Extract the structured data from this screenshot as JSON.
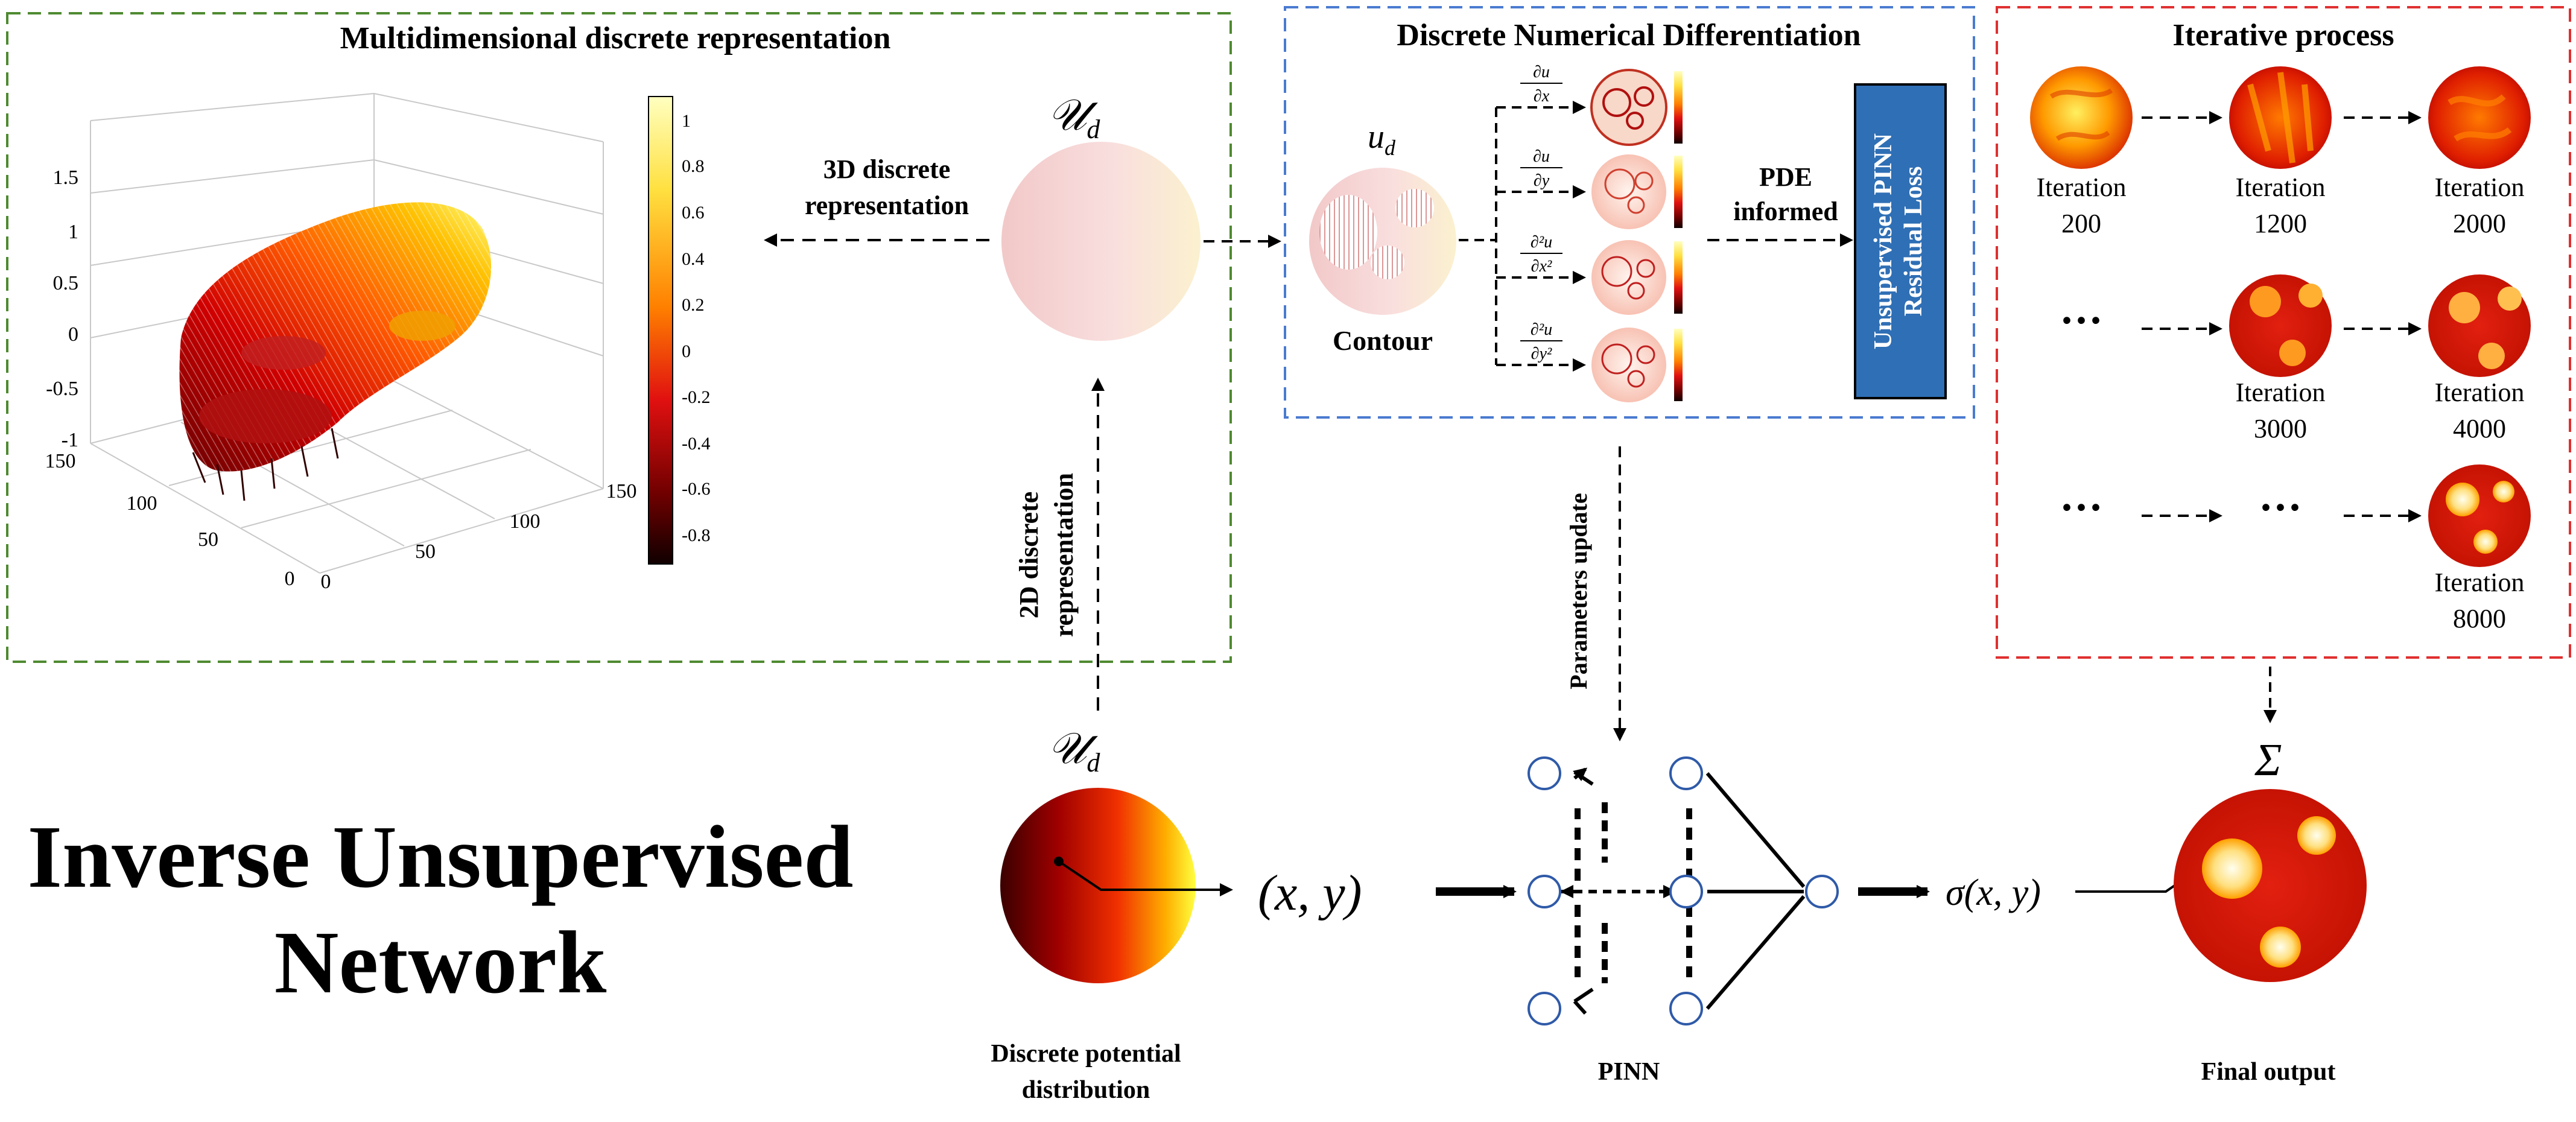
{
  "panels": {
    "multidim": {
      "title": "Multidimensional discrete representation",
      "border_color": "#4e8a30"
    },
    "numdiff": {
      "title": "Discrete Numerical Differentiation",
      "border_color": "#4a7bd0"
    },
    "iterative": {
      "title": "Iterative process",
      "border_color": "#e03030"
    }
  },
  "main_title": {
    "line1": "Inverse Unsupervised",
    "line2": "Network"
  },
  "plot3d": {
    "z_ticks": [
      "1.5",
      "1",
      "0.5",
      "0",
      "-0.5",
      "-1"
    ],
    "y_ticks": [
      "150",
      "100",
      "50",
      "0"
    ],
    "x_ticks": [
      "0",
      "50",
      "100",
      "150"
    ],
    "colorbar_ticks": [
      "1",
      "0.8",
      "0.6",
      "0.4",
      "0.2",
      "0",
      "-0.2",
      "-0.4",
      "-0.6",
      "-0.8"
    ]
  },
  "symbols": {
    "u_script_top": "𝒰",
    "u_script_bottom": "𝒰",
    "u_sub": "d",
    "u_italic": "u",
    "sigma_upper": "Σ",
    "xy": "(x, y)",
    "sigma_xy": "σ(x, y)"
  },
  "labels": {
    "rep3d_line1": "3D discrete",
    "rep3d_line2": "representation",
    "rep2d_line1": "2D discrete",
    "rep2d_line2": "representation",
    "contour": "Contour",
    "pde_line1": "PDE",
    "pde_line2": "informed",
    "loss_line1": "Unsupervised PINN",
    "loss_line2": "Residual Loss",
    "params_update": "Parameters update",
    "discrete_potential_line1": "Discrete potential",
    "discrete_potential_line2": "distribution",
    "pinn": "PINN",
    "final_output": "Final output",
    "ellipsis": "···"
  },
  "derivatives": [
    {
      "num": "∂u",
      "den": "∂x"
    },
    {
      "num": "∂u",
      "den": "∂y"
    },
    {
      "num": "∂²u",
      "den": "∂x²"
    },
    {
      "num": "∂²u",
      "den": "∂y²"
    }
  ],
  "iterations": [
    {
      "label": "Iteration",
      "value": "200"
    },
    {
      "label": "Iteration",
      "value": "1200"
    },
    {
      "label": "Iteration",
      "value": "2000"
    },
    {
      "label": "Iteration",
      "value": "3000"
    },
    {
      "label": "Iteration",
      "value": "4000"
    },
    {
      "label": "Iteration",
      "value": "8000"
    }
  ],
  "colors": {
    "loss_box": "#2f6fb5",
    "heat_dark": "#1a0000",
    "heat_red": "#c00000",
    "heat_yellow": "#ffe000"
  }
}
